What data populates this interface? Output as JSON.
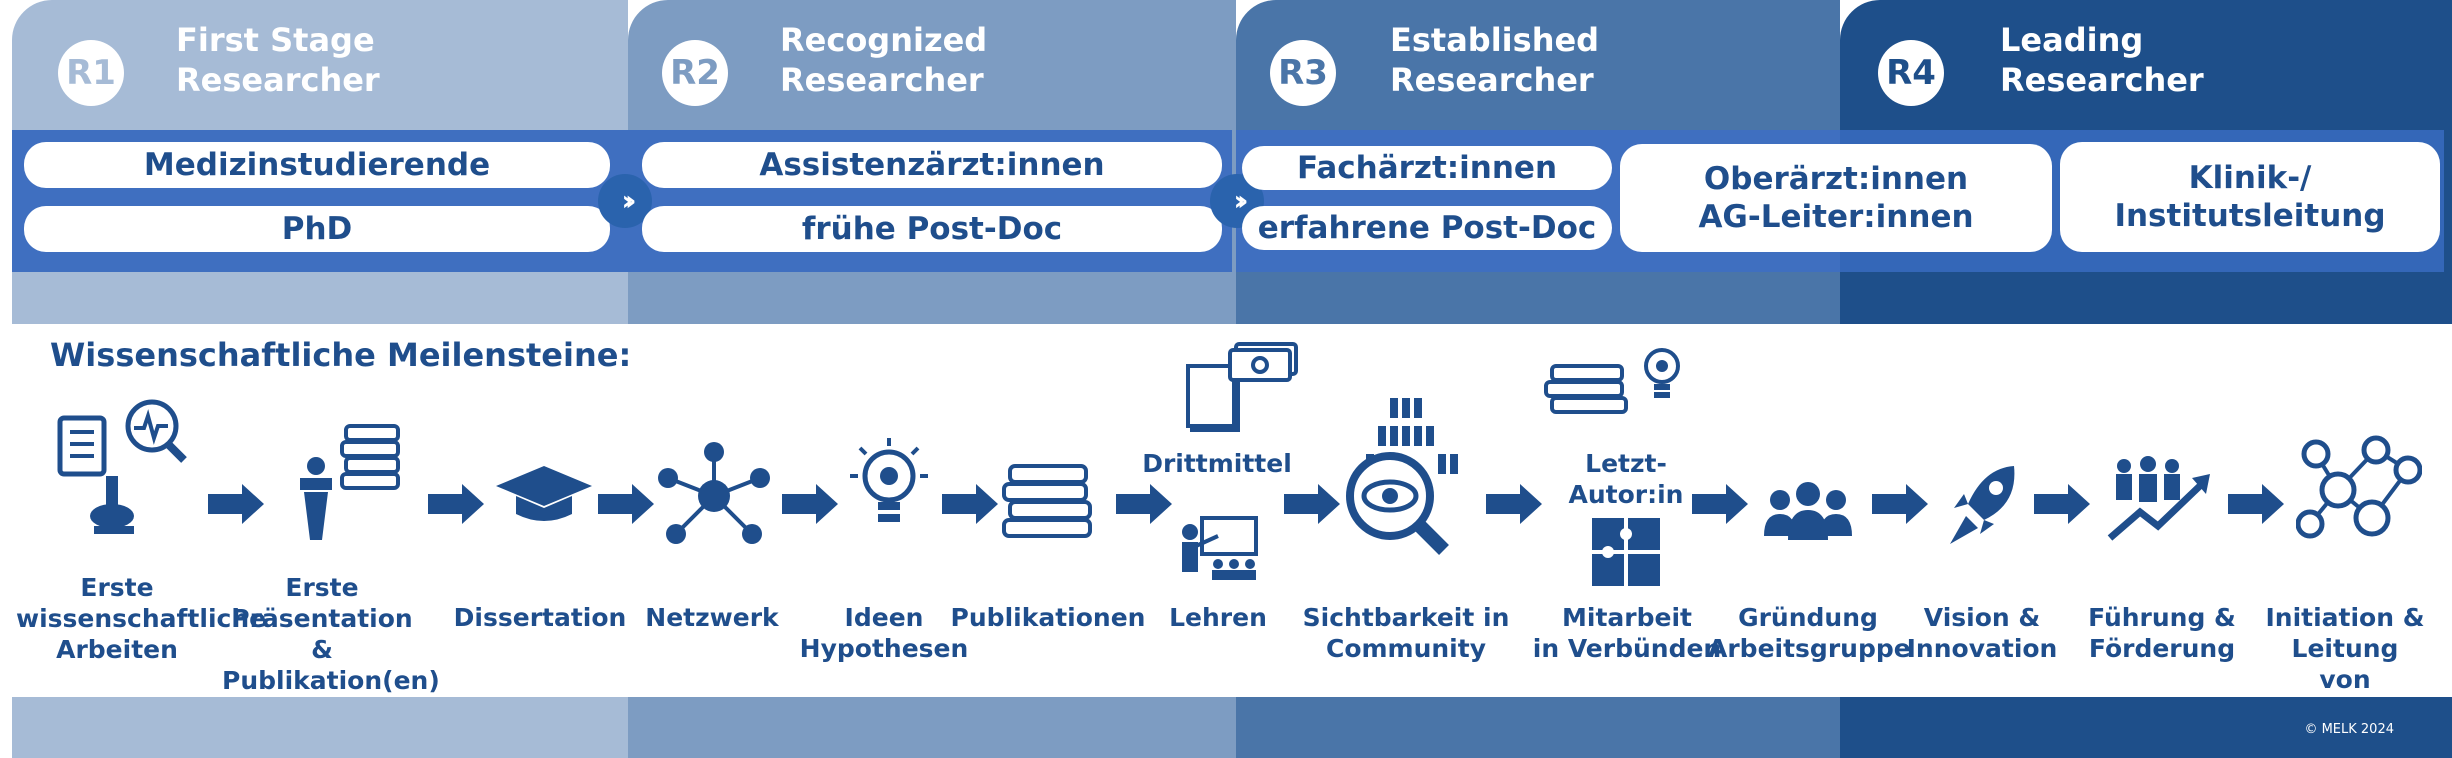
{
  "stages": [
    {
      "badge": "R1",
      "title_line1": "First Stage",
      "title_line2": "Researcher",
      "color": "#a6bbd6"
    },
    {
      "badge": "R2",
      "title_line1": "Recognized",
      "title_line2": "Researcher",
      "color": "#7d9cc2"
    },
    {
      "badge": "R3",
      "title_line1": "Established",
      "title_line2": "Researcher",
      "color": "#4a75a8"
    },
    {
      "badge": "R4",
      "title_line1": "Leading",
      "title_line2": "Researcher",
      "color": "#1e4f8a"
    }
  ],
  "roles": {
    "r1": [
      "Medizinstudierende",
      "PhD"
    ],
    "r2": [
      "Assistenzärzt:innen",
      "frühe Post-Doc"
    ],
    "r3": [
      "Fachärzt:innen",
      "erfahrene Post-Doc"
    ],
    "r3b_line1": "Oberärzt:innen",
    "r3b_line2": "AG-Leiter:innen",
    "r4": "Klinik-/ Institutsleitung"
  },
  "milestones_title": "Wissenschaftliche Meilensteine:",
  "milestones": [
    {
      "label": "Erste\nwissenschaftliche\nArbeiten",
      "icon": "research-icon"
    },
    {
      "label": "Erste\nPräsentation &\nPublikation(en)",
      "icon": "presentation-icon"
    },
    {
      "label": "Dissertation",
      "icon": "graduation-cap-icon"
    },
    {
      "label": "Netzwerk",
      "icon": "network-icon"
    },
    {
      "label": "Ideen\nHypothesen",
      "icon": "lightbulb-icon"
    },
    {
      "label": "Publikationen",
      "icon": "books-icon"
    },
    {
      "label": "Lehren",
      "icon": "teaching-icon"
    },
    {
      "label": "Sichtbarkeit in\nCommunity",
      "icon": "visibility-icon"
    },
    {
      "label": "Mitarbeit\nin Verbünden",
      "icon": "puzzle-icon"
    },
    {
      "label": "Gründung\nArbeitsgruppe",
      "icon": "team-icon"
    },
    {
      "label": "Vision &\nInnovation",
      "icon": "rocket-icon"
    },
    {
      "label": "Führung &\nFörderung",
      "icon": "leadership-icon"
    },
    {
      "label": "Initiation &\nLeitung\nvon Verbünden",
      "icon": "consortium-icon"
    }
  ],
  "extra_labels": {
    "drittmittel": "Drittmittel",
    "letztautor": "Letzt-\nAutor:in"
  },
  "copyright": "© MELK 2024",
  "colors": {
    "accent": "#1f4e8c",
    "strip": "#3f6fc0"
  }
}
